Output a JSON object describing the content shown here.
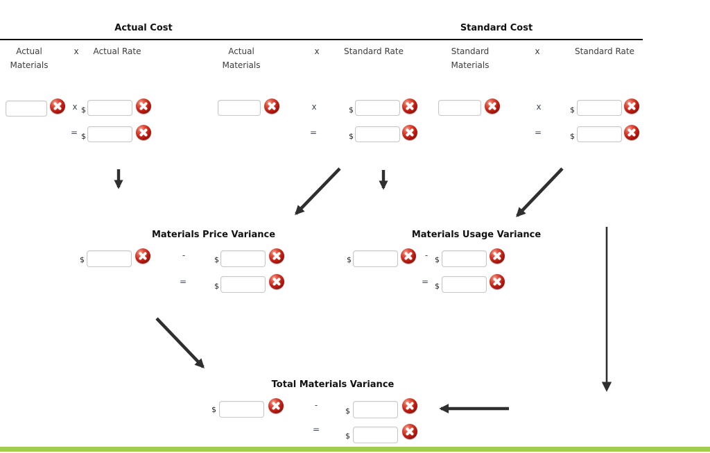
{
  "colors": {
    "accent_bar_green": "#a2cb51",
    "arrow": "#2f2f2f",
    "input_border": "#c6c6c6",
    "icon_red": "#bd1d12",
    "divider": "#000000"
  },
  "headers": {
    "actual_cost": "Actual Cost",
    "standard_cost": "Standard Cost"
  },
  "columns": {
    "actual_materials_1": "Actual Materials",
    "op_1": "x",
    "actual_rate": "Actual Rate",
    "actual_materials_2": "Actual Materials",
    "op_2": "x",
    "standard_rate_1": "Standard Rate",
    "standard_materials": "Standard Materials",
    "op_3": "x",
    "standard_rate_2": "Standard Rate"
  },
  "section_titles": {
    "price_variance": "Materials Price Variance",
    "usage_variance": "Materials Usage Variance",
    "total_variance": "Total Materials Variance"
  },
  "symbols": {
    "dollar": "$",
    "multiply": "x",
    "equals": "=",
    "minus": "-"
  },
  "icons": {
    "clear": "red-circle-white-x"
  },
  "fields": {
    "actual_materials_qty": {
      "value": ""
    },
    "actual_rate": {
      "value": ""
    },
    "actual_cost_total": {
      "value": ""
    },
    "actual_materials_qty_2": {
      "value": ""
    },
    "standard_rate": {
      "value": ""
    },
    "actual_qty_standard_rate_total": {
      "value": ""
    },
    "standard_materials_qty": {
      "value": ""
    },
    "standard_rate_2": {
      "value": ""
    },
    "standard_cost_total": {
      "value": ""
    },
    "price_variance_left": {
      "value": ""
    },
    "price_variance_right": {
      "value": ""
    },
    "price_variance_result": {
      "value": ""
    },
    "usage_variance_left": {
      "value": ""
    },
    "usage_variance_right": {
      "value": ""
    },
    "usage_variance_result": {
      "value": ""
    },
    "total_variance_left": {
      "value": ""
    },
    "total_variance_right": {
      "value": ""
    },
    "total_variance_result": {
      "value": ""
    }
  }
}
